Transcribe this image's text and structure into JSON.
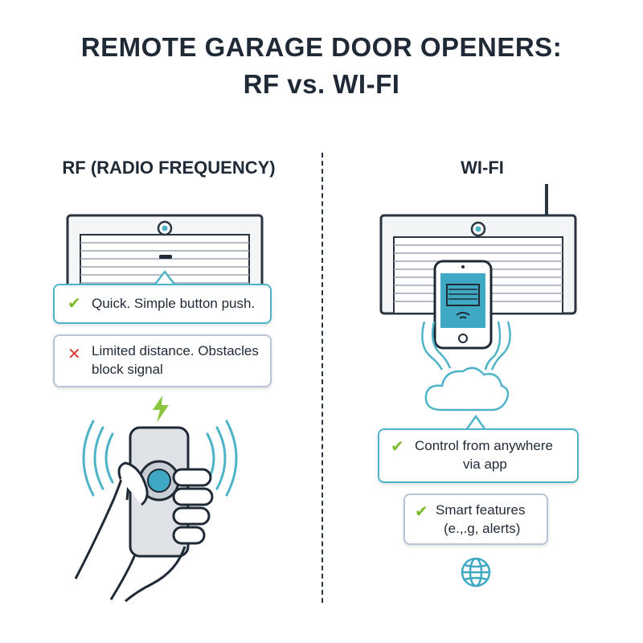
{
  "title": {
    "line1": "REMOTE GARAGE DOOR OPENERS:",
    "line2": "RF vs. WI-FI"
  },
  "rf": {
    "heading": "RF (RADIO FREQUENCY)",
    "pro": {
      "icon": "check-icon",
      "text": "Quick. Simple button push."
    },
    "con": {
      "icon": "cross-icon",
      "text_line1": "Limited distance. Obstacles",
      "text_line2": "block signal"
    }
  },
  "wifi": {
    "heading": "WI-FI",
    "pro1": {
      "icon": "check-icon",
      "text_line1": "Control from anywhere",
      "text_line2": "via app"
    },
    "pro2": {
      "icon": "check-icon",
      "text_line1": "Smart features",
      "text_line2": "(e.,.g, alerts)"
    }
  },
  "colors": {
    "accent": "#4fb3c8",
    "check": "#7dbb2e",
    "cross": "#d93a3a",
    "dark": "#1f2a36",
    "bolt": "#8cc63f"
  }
}
